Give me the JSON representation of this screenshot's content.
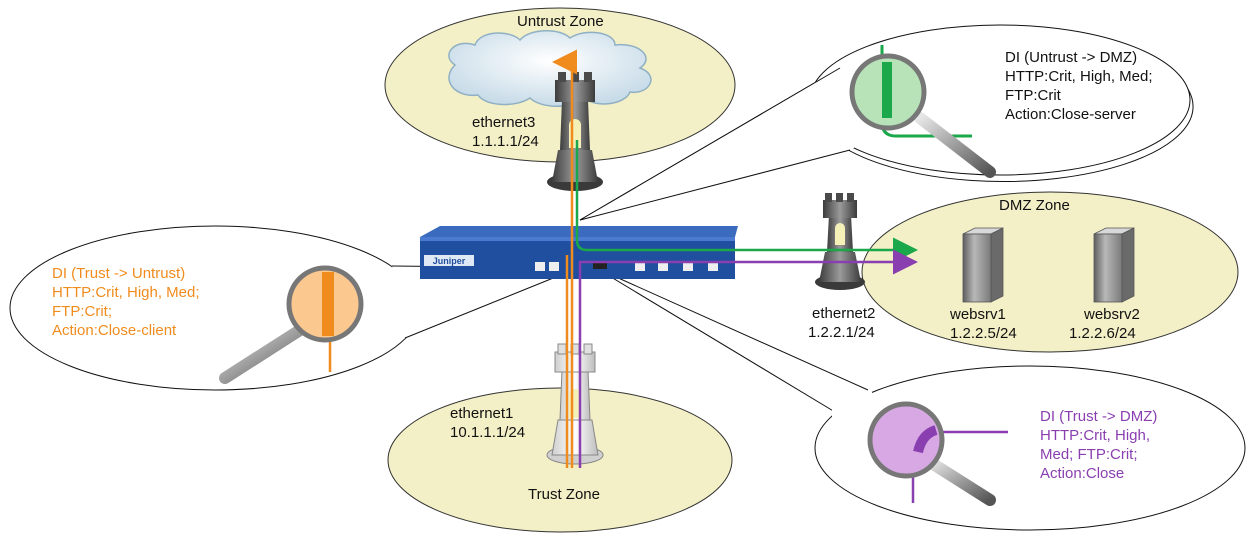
{
  "zones": {
    "untrust": "Untrust Zone",
    "dmz": "DMZ Zone",
    "trust": "Trust Zone"
  },
  "interfaces": {
    "ethernet3": {
      "name": "ethernet3",
      "ip": "1.1.1.1/24"
    },
    "ethernet2": {
      "name": "ethernet2",
      "ip": "1.2.2.1/24"
    },
    "ethernet1": {
      "name": "ethernet1",
      "ip": "10.1.1.1/24"
    }
  },
  "servers": [
    {
      "name": "websrv1",
      "ip": "1.2.2.5/24"
    },
    {
      "name": "websrv2",
      "ip": "1.2.2.6/24"
    }
  ],
  "device": {
    "brand": "Juniper"
  },
  "callouts": {
    "untrust_dmz": {
      "color": "#111111",
      "lines": [
        "DI (Untrust -> DMZ)",
        "HTTP:Crit, High, Med;",
        "FTP:Crit",
        "Action:Close-server"
      ]
    },
    "trust_untrust": {
      "color": "#f08c1e",
      "lines": [
        "DI (Trust -> Untrust)",
        "HTTP:Crit, High, Med;",
        "FTP:Crit;",
        "Action:Close-client"
      ]
    },
    "trust_dmz": {
      "color": "#8a3fb0",
      "lines": [
        "DI (Trust -> DMZ)",
        "HTTP:Crit, High,",
        "Med; FTP:Crit;",
        "Action:Close"
      ]
    }
  },
  "colors": {
    "zone_fill": "#f3efc6",
    "orange_flow": "#f08c1e",
    "green_flow": "#1aa84a",
    "purple_flow": "#8a3fb0",
    "device_blue": "#1f4f9e"
  }
}
